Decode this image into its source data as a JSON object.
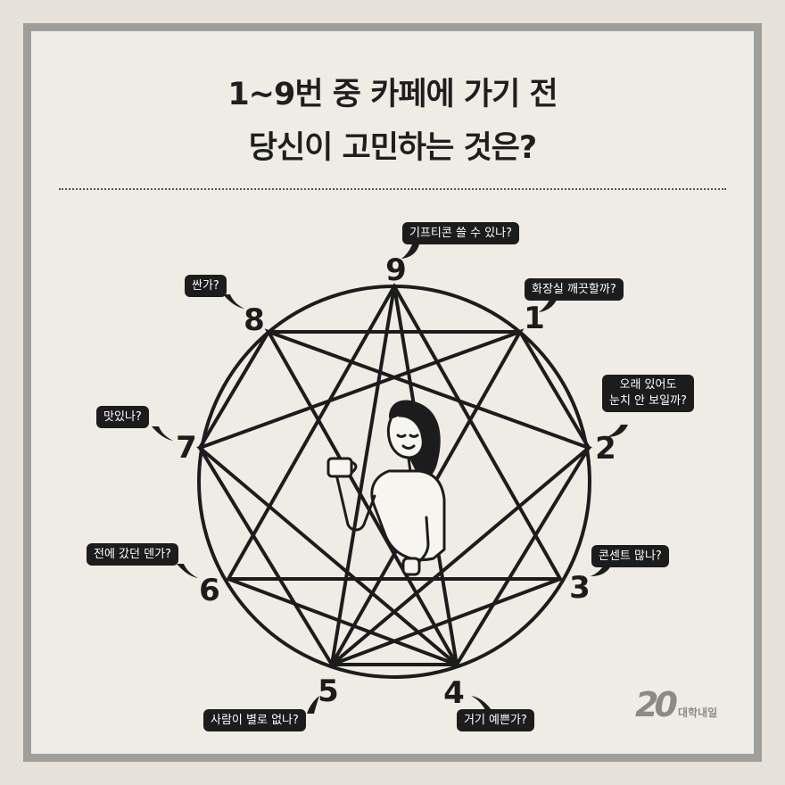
{
  "title": {
    "line1": "1~9번 중 카페에 가기 전",
    "line2": "당신이 고민하는 것은?"
  },
  "points": [
    {
      "number": "9",
      "question": "기프티콘 쓸 수 있나?"
    },
    {
      "number": "1",
      "question": "화장실 깨끗할까?"
    },
    {
      "number": "2",
      "question_line1": "오래 있어도",
      "question_line2": "눈치 안 보일까?"
    },
    {
      "number": "3",
      "question": "콘센트 많나?"
    },
    {
      "number": "4",
      "question": "거기 예쁜가?"
    },
    {
      "number": "5",
      "question": "사람이 별로 없나?"
    },
    {
      "number": "6",
      "question": "전에 갔던 덴가?"
    },
    {
      "number": "7",
      "question": "맛있나?"
    },
    {
      "number": "8",
      "question": "싼가?"
    }
  ],
  "logo": {
    "mark": "20",
    "text": "대학내일"
  },
  "colors": {
    "ink": "#1c1c1c",
    "paper": "#efece6",
    "frame": "#9e9e9a"
  },
  "icons": [
    "woman-with-coffee-cup-illustration"
  ]
}
